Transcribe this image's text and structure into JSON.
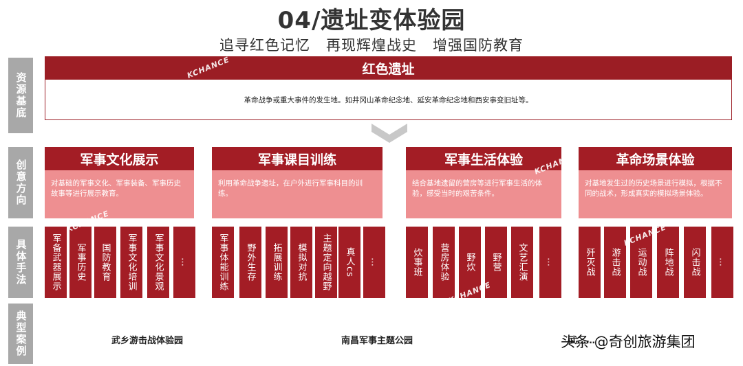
{
  "title": "04/遗址变体验园",
  "subtitle": "追寻红色记忆   再现辉煌战史   增强国防教育",
  "side_labels": [
    "资源基底",
    "创意方向",
    "具体手法",
    "典型案例"
  ],
  "resource": {
    "header": "红色遗址",
    "description": "革命战争或重大事件的发生地。如井冈山革命纪念地、延安革命纪念地和西安事变旧址等。"
  },
  "directions": [
    {
      "title": "军事文化展示",
      "description": "对基础的军事文化、军事装备、军事历史故事等进行展示教育。",
      "methods": [
        "军备武器展示",
        "军事历史",
        "国防教育",
        "军事文化培训",
        "军事文化景观",
        "…"
      ]
    },
    {
      "title": "军事课目训练",
      "description": "利用革命战争遗址，在户外进行军事科目的训练。",
      "methods": [
        "军事体能训练",
        "野外生存",
        "拓展训练",
        "模拟对抗",
        "主题定向越野",
        "真人cs",
        "…"
      ]
    },
    {
      "title": "军事生活体验",
      "description": "结合基地遗留的营房等进行军事生活的体验，感受当时的艰苦条件。",
      "methods": [
        "炊事班",
        "营房体验",
        "野炊",
        "野营",
        "文艺汇演",
        "…"
      ]
    },
    {
      "title": "革命场景体验",
      "description": "对基地发生过的历史场景进行模拟，根据不同的战术，形成真实的模拟场景体验。",
      "methods": [
        "歼灭战",
        "游击战",
        "运动战",
        "阵地战",
        "闪击战",
        "…"
      ]
    }
  ],
  "cases": [
    "武乡游击战体验园",
    "南昌军事主题公园",
    "武……"
  ],
  "watermark": "头条 @奇创旅游集团",
  "logo_text": "KCHANCE",
  "colors": {
    "dark_red": "#a31d25",
    "pink": "#ee8f91",
    "side_gray": "#a8a8a8",
    "chevron_gray": "#c8c8c8"
  }
}
